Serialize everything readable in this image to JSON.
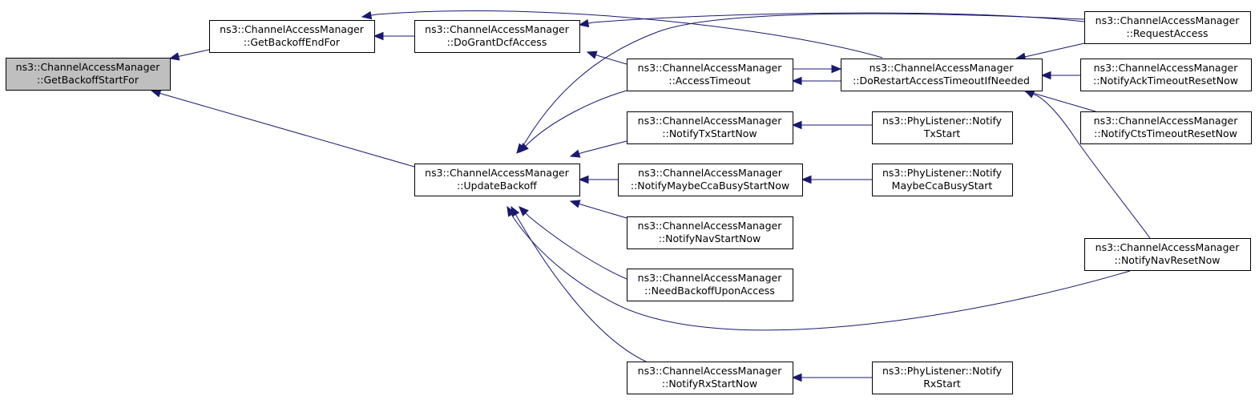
{
  "nodes": [
    {
      "id": "get-backoff-start-for",
      "line1": "ns3::ChannelAccessManager",
      "line2": "::GetBackoffStartFor",
      "highlight": true
    },
    {
      "id": "get-backoff-end-for",
      "line1": "ns3::ChannelAccessManager",
      "line2": "::GetBackoffEndFor"
    },
    {
      "id": "do-grant-dcf-access",
      "line1": "ns3::ChannelAccessManager",
      "line2": "::DoGrantDcfAccess"
    },
    {
      "id": "update-backoff",
      "line1": "ns3::ChannelAccessManager",
      "line2": "::UpdateBackoff"
    },
    {
      "id": "access-timeout",
      "line1": "ns3::ChannelAccessManager",
      "line2": "::AccessTimeout"
    },
    {
      "id": "notify-tx-start-now",
      "line1": "ns3::ChannelAccessManager",
      "line2": "::NotifyTxStartNow"
    },
    {
      "id": "notify-maybe-cca-busy-start-now",
      "line1": "ns3::ChannelAccessManager",
      "line2": "::NotifyMaybeCcaBusyStartNow"
    },
    {
      "id": "notify-nav-start-now",
      "line1": "ns3::ChannelAccessManager",
      "line2": "::NotifyNavStartNow"
    },
    {
      "id": "need-backoff-upon-access",
      "line1": "ns3::ChannelAccessManager",
      "line2": "::NeedBackoffUponAccess"
    },
    {
      "id": "notify-rx-start-now",
      "line1": "ns3::ChannelAccessManager",
      "line2": "::NotifyRxStartNow"
    },
    {
      "id": "do-restart-access-timeout-if-needed",
      "line1": "ns3::ChannelAccessManager",
      "line2": "::DoRestartAccessTimeoutIfNeeded"
    },
    {
      "id": "phy-listener-notify-tx-start",
      "line1": "ns3::PhyListener::Notify",
      "line2": "TxStart"
    },
    {
      "id": "phy-listener-notify-maybe-cca-busy-start",
      "line1": "ns3::PhyListener::Notify",
      "line2": "MaybeCcaBusyStart"
    },
    {
      "id": "phy-listener-notify-rx-start",
      "line1": "ns3::PhyListener::Notify",
      "line2": "RxStart"
    },
    {
      "id": "request-access",
      "line1": "ns3::ChannelAccessManager",
      "line2": "::RequestAccess"
    },
    {
      "id": "notify-ack-timeout-reset-now",
      "line1": "ns3::ChannelAccessManager",
      "line2": "::NotifyAckTimeoutResetNow"
    },
    {
      "id": "notify-cts-timeout-reset-now",
      "line1": "ns3::ChannelAccessManager",
      "line2": "::NotifyCtsTimeoutResetNow"
    },
    {
      "id": "notify-nav-reset-now",
      "line1": "ns3::ChannelAccessManager",
      "line2": "::NotifyNavResetNow"
    }
  ],
  "edges": [
    {
      "from": "get-backoff-end-for",
      "to": "get-backoff-start-for"
    },
    {
      "from": "update-backoff",
      "to": "get-backoff-start-for"
    },
    {
      "from": "do-grant-dcf-access",
      "to": "get-backoff-end-for"
    },
    {
      "from": "do-restart-access-timeout-if-needed",
      "to": "get-backoff-end-for"
    },
    {
      "from": "request-access",
      "to": "do-grant-dcf-access"
    },
    {
      "from": "access-timeout",
      "to": "do-grant-dcf-access"
    },
    {
      "from": "access-timeout",
      "to": "update-backoff"
    },
    {
      "from": "notify-tx-start-now",
      "to": "update-backoff"
    },
    {
      "from": "notify-maybe-cca-busy-start-now",
      "to": "update-backoff"
    },
    {
      "from": "notify-nav-start-now",
      "to": "update-backoff"
    },
    {
      "from": "need-backoff-upon-access",
      "to": "update-backoff"
    },
    {
      "from": "notify-rx-start-now",
      "to": "update-backoff"
    },
    {
      "from": "request-access",
      "to": "update-backoff"
    },
    {
      "from": "notify-nav-reset-now",
      "to": "update-backoff"
    },
    {
      "from": "do-restart-access-timeout-if-needed",
      "to": "access-timeout"
    },
    {
      "from": "access-timeout",
      "to": "do-restart-access-timeout-if-needed"
    },
    {
      "from": "request-access",
      "to": "do-restart-access-timeout-if-needed"
    },
    {
      "from": "notify-ack-timeout-reset-now",
      "to": "do-restart-access-timeout-if-needed"
    },
    {
      "from": "notify-cts-timeout-reset-now",
      "to": "do-restart-access-timeout-if-needed"
    },
    {
      "from": "notify-nav-reset-now",
      "to": "do-restart-access-timeout-if-needed"
    },
    {
      "from": "phy-listener-notify-tx-start",
      "to": "notify-tx-start-now"
    },
    {
      "from": "phy-listener-notify-maybe-cca-busy-start",
      "to": "notify-maybe-cca-busy-start-now"
    },
    {
      "from": "phy-listener-notify-rx-start",
      "to": "notify-rx-start-now"
    }
  ]
}
